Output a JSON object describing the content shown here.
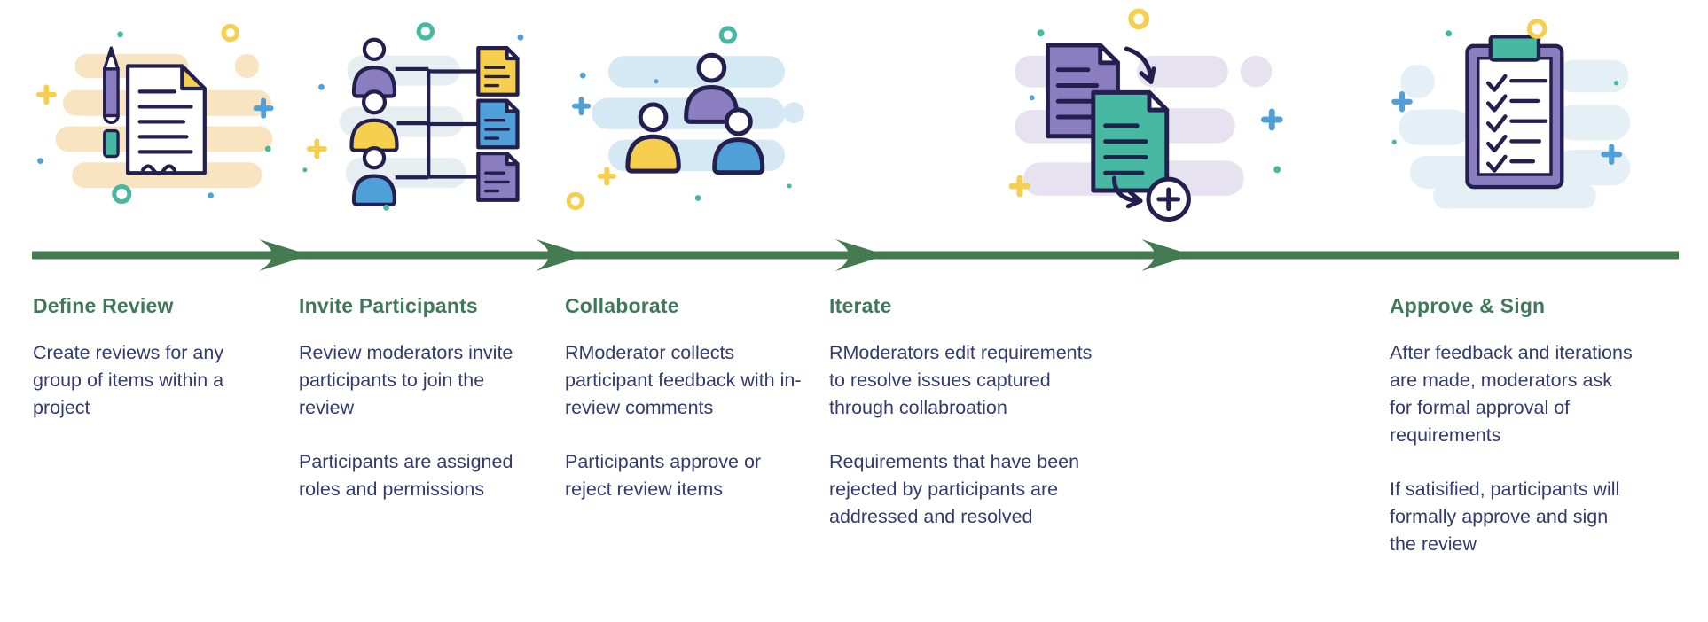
{
  "page": {
    "background": "#ffffff",
    "type": "review-process-infographic"
  },
  "palette": {
    "navy_outline": "#232050",
    "body_text": "#333a6e",
    "heading_green": "#3f795a",
    "arrow_green": "#437a4f",
    "purple": "#8a7ec0",
    "yellow": "#f7cf4f",
    "blue": "#4fa0d8",
    "teal": "#47b8a1",
    "peach_blob": "#f9e4c2",
    "invite_blob": "#e6eef1",
    "collab_blob": "#d4e9f3",
    "lavender_blob": "#e6e2f0",
    "approve_blob": "#e4f0f5"
  },
  "timeline": {
    "arrow_color": "#437a4f",
    "arrowhead_count": 4,
    "direction": "left-to-right"
  },
  "steps": [
    {
      "title": "Define Review",
      "illustration": "pencil-and-document",
      "paragraphs": [
        "Create reviews for any group of items within a project"
      ]
    },
    {
      "title": "Invite Participants",
      "illustration": "people-assigned-to-documents-tree",
      "paragraphs": [
        "Review moderators invite participants to join the review",
        "Participants are assigned roles and permissions"
      ]
    },
    {
      "title": "Collaborate",
      "illustration": "group-of-three-people",
      "paragraphs": [
        "RModerator collects participant feedback with in-review comments",
        "Participants approve or reject review items"
      ]
    },
    {
      "title": "Iterate",
      "illustration": "documents-with-revision-arrows-and-plus",
      "paragraphs": [
        "RModerators edit requirements to resolve issues captured through collabroation",
        "Requirements that have been rejected by participants are addressed and resolved"
      ]
    },
    {
      "title": "Approve & Sign",
      "illustration": "checklist-clipboard",
      "paragraphs": [
        "After feedback and iterations are made, moderators ask for formal approval of requirements",
        "If satisified, participants will formally approve and sign the review"
      ]
    }
  ]
}
